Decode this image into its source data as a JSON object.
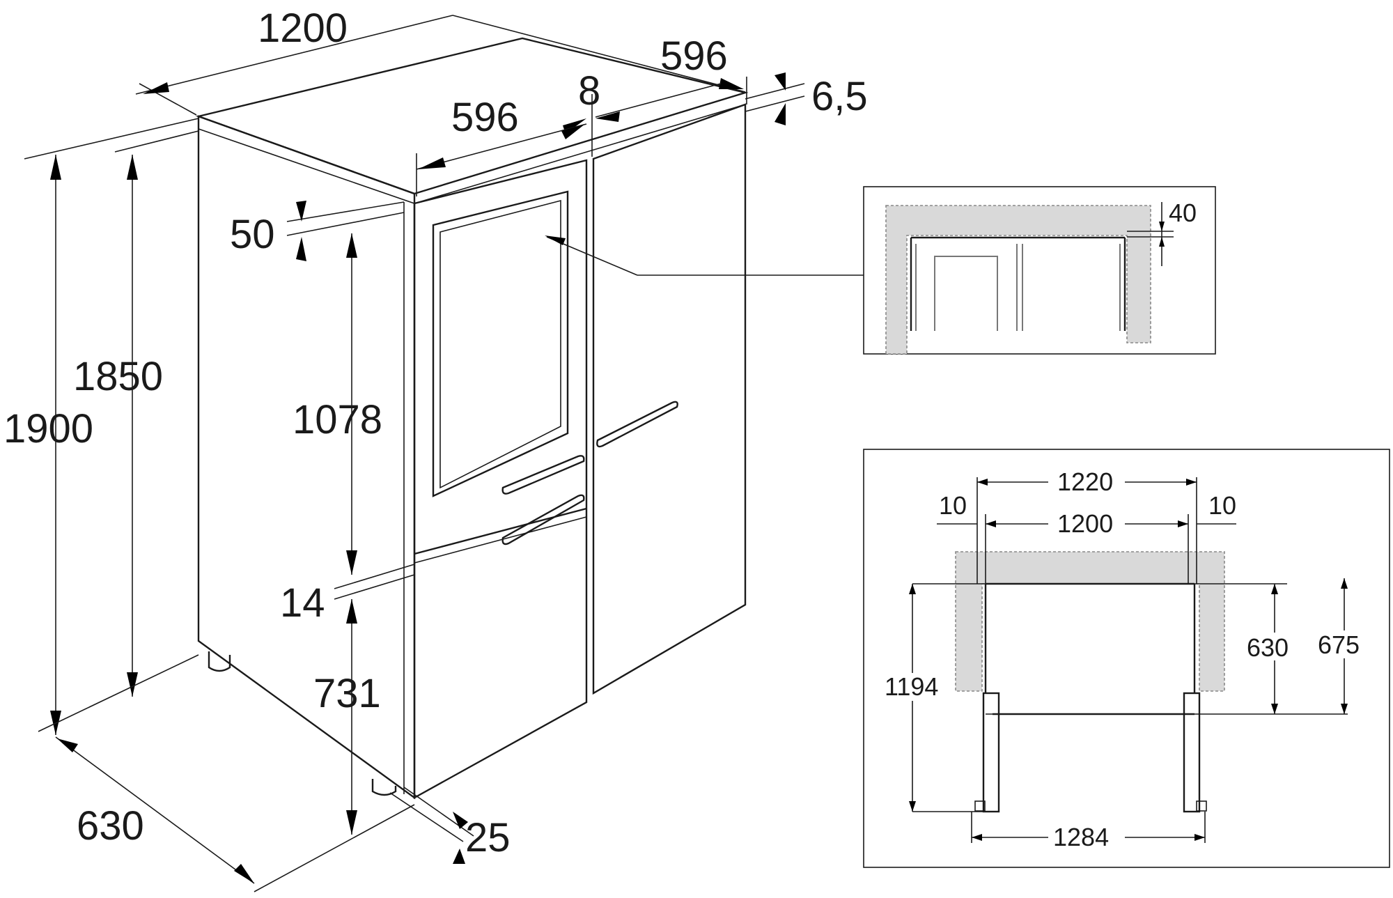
{
  "main_view": {
    "labels": {
      "total_width": "1200",
      "depth_top": "596",
      "gap_top": "8",
      "door_width": "596",
      "offset_right": "6,5",
      "offset_top": "50",
      "height_total": "1900",
      "height_body": "1850",
      "upper_door": "1078",
      "door_gap": "14",
      "lower_door": "731",
      "depth_total": "630",
      "foot_offset": "25"
    }
  },
  "detail_top": {
    "label_gap": "40"
  },
  "detail_plan": {
    "labels": {
      "width_outer": "1220",
      "width_inner": "1200",
      "clear_left": "10",
      "clear_right": "10",
      "depth_body": "630",
      "depth_total": "675",
      "door_swing_depth": "1194",
      "door_swing_width": "1284"
    }
  },
  "colors": {
    "ink": "#1a1a1a",
    "zone_fill": "#d9d9d9"
  }
}
